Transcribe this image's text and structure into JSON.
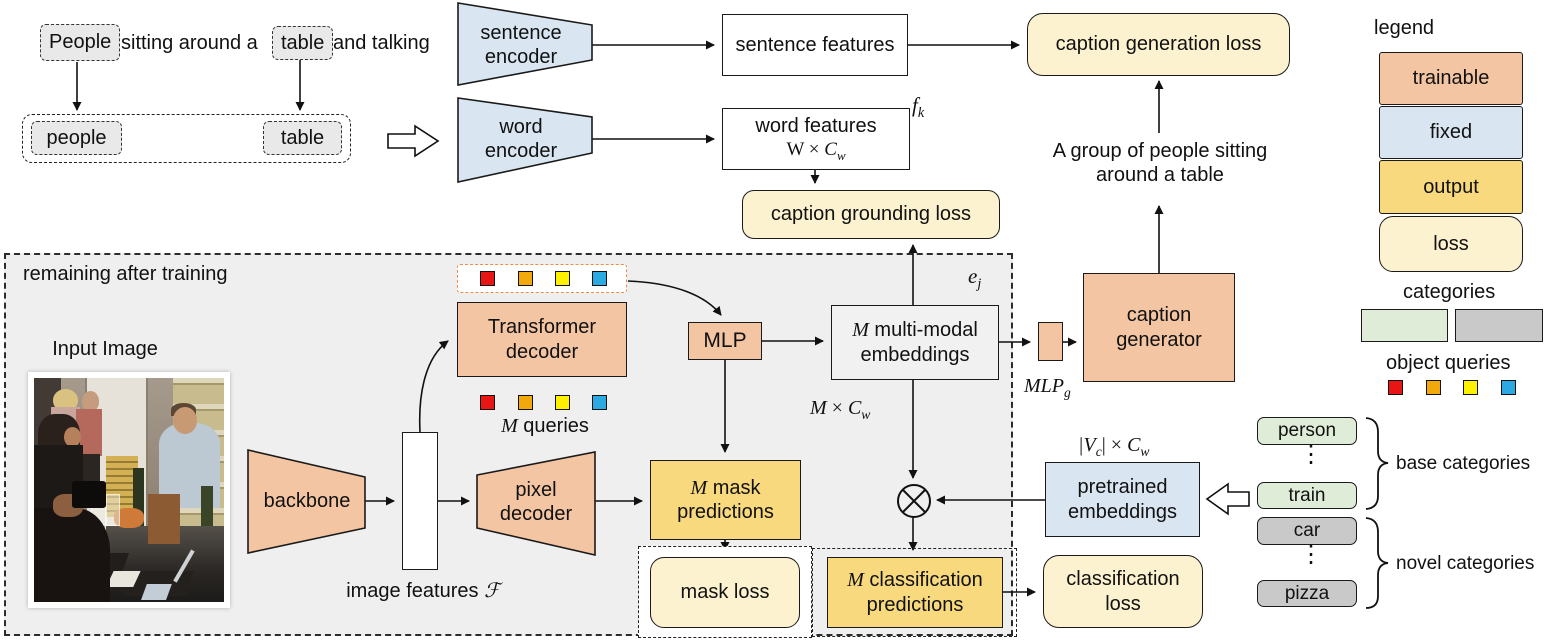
{
  "colors": {
    "trainable": "#f4c5a3",
    "fixed": "#d9e6f2",
    "output": "#f8d97e",
    "loss": "#fdf2d0",
    "base_category": "#dfecd8",
    "novel_category": "#c9c9c9",
    "query_red": "#e81515",
    "query_orange": "#f2a90c",
    "query_yellow": "#fdf001",
    "query_blue": "#2aaae1",
    "region_background": "#efefef",
    "query_box_dash": "#ef8b45"
  },
  "phrase": {
    "chip_people": "People",
    "middle": "sitting around a",
    "chip_table": "table",
    "end": "and talking",
    "word_people": "people",
    "word_table": "table"
  },
  "encoders": {
    "sentence_l1": "sentence",
    "sentence_l2": "encoder",
    "word_l1": "word",
    "word_l2": "encoder"
  },
  "features": {
    "sentence": "sentence features",
    "word_l1": "word features",
    "word_dim_prefix": "W × ",
    "word_dim_var": "C",
    "word_dim_sub": "w",
    "fk_base": "f",
    "fk_sub": "k"
  },
  "losses": {
    "caption_generation": "caption generation loss",
    "caption_grounding": "caption grounding loss",
    "mask": "mask loss",
    "classification_l1": "classification",
    "classification_l2": "loss"
  },
  "caption": {
    "l1": "A group of people sitting",
    "l2": "around a table"
  },
  "region": {
    "label": "remaining after training",
    "input_image_label": "Input Image"
  },
  "pipeline": {
    "backbone": "backbone",
    "image_features_text": "image features ",
    "image_features_symbol": "ℱ",
    "pixel_decoder_l1": "pixel",
    "pixel_decoder_l2": "decoder",
    "transformer_decoder_l1": "Transformer",
    "transformer_decoder_l2": "decoder",
    "queries_m": "M",
    "queries_rest": " queries",
    "mlp": "MLP",
    "mask_pred_m": "M",
    "mask_pred_l1": " mask",
    "mask_pred_l2": "predictions",
    "multimodal_m": "M",
    "multimodal_l1": " multi-modal",
    "multimodal_l2": "embeddings",
    "class_pred_m": "M",
    "class_pred_l1": " classification",
    "class_pred_l2": "predictions",
    "ej_base": "e",
    "ej_sub": "j",
    "mcw_m": "M",
    "mcw_times": " × ",
    "mcw_var": "C",
    "mcw_sub": "w",
    "mlpg_base": "MLP",
    "mlpg_sub": "g",
    "caption_generator_l1": "caption",
    "caption_generator_l2": "generator",
    "pretrained_l1": "pretrained",
    "pretrained_l2": "embeddings",
    "vc_p1": "|V",
    "vc_s1": "c",
    "vc_p2": "| × ",
    "vc_var": "C",
    "vc_s2": "w"
  },
  "legend": {
    "title": "legend",
    "items": [
      "trainable",
      "fixed",
      "output",
      "loss"
    ],
    "categories_label": "categories",
    "object_queries_label": "object queries"
  },
  "categories": {
    "base": [
      "person",
      "train"
    ],
    "novel": [
      "car",
      "pizza"
    ],
    "base_label": "base categories",
    "novel_label": "novel categories",
    "dots": "⋮"
  }
}
